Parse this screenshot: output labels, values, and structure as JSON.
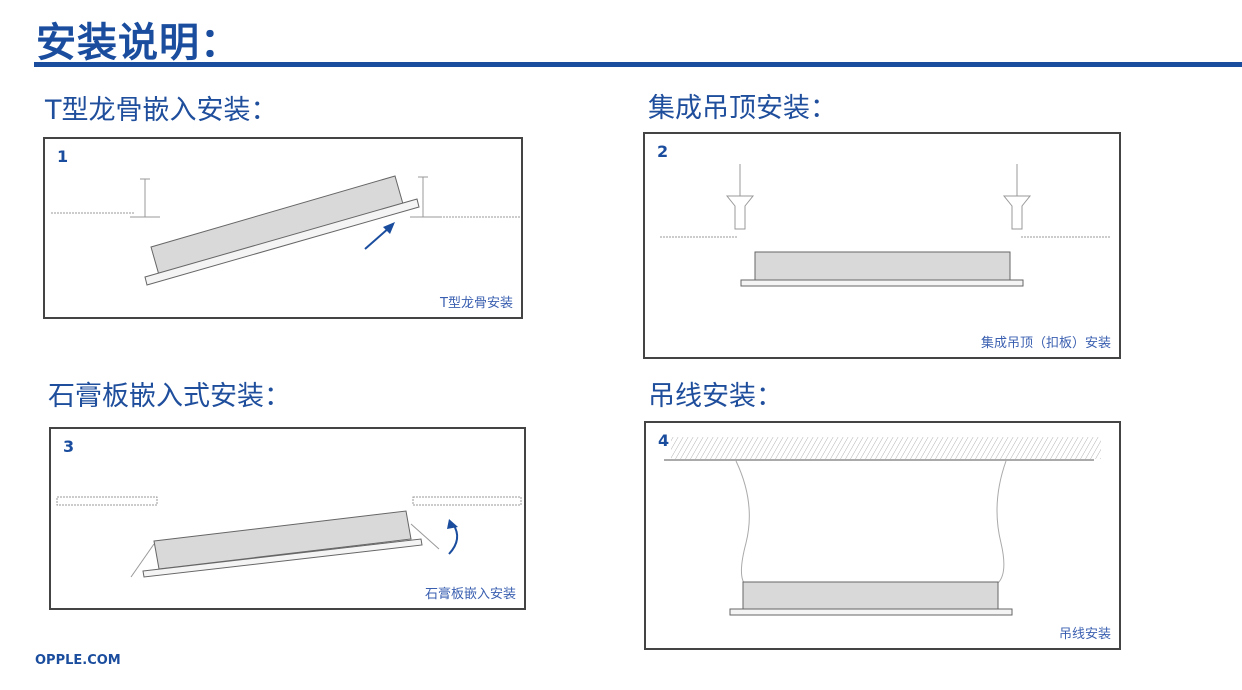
{
  "title": "安装说明：",
  "sections": [
    {
      "heading": "T型龙骨嵌入安装：",
      "number": "1",
      "caption": "T型龙骨安装"
    },
    {
      "heading": "集成吊顶安装：",
      "number": "2",
      "caption": "集成吊顶（扣板）安装"
    },
    {
      "heading": "石膏板嵌入式安装：",
      "number": "3",
      "caption": "石膏板嵌入安装"
    },
    {
      "heading": "吊线安装：",
      "number": "4",
      "caption": "吊线安装"
    }
  ],
  "footer": "OPPLE.COM",
  "colors": {
    "accent": "#1b4d9e"
  }
}
